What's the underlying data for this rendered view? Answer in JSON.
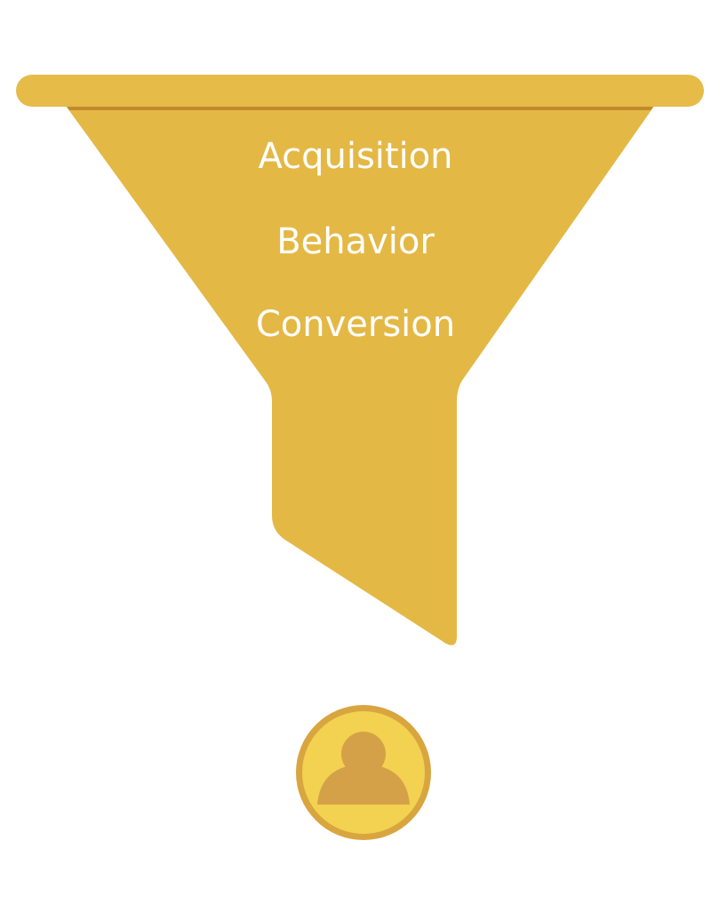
{
  "funnel": {
    "stages": [
      {
        "label": "Acquisition"
      },
      {
        "label": "Behavior"
      },
      {
        "label": "Conversion"
      }
    ]
  },
  "colors": {
    "background": "#ffffff",
    "funnel_body": "#e4b845",
    "funnel_rim": "#e6bb48",
    "rim_shadow": "#c28a2c",
    "text": "#ffffff",
    "user_badge_fill": "#f2d250",
    "user_badge_ring": "#d9a53f",
    "user_silhouette": "#d4a149"
  },
  "icons": {
    "user": "user-icon"
  }
}
